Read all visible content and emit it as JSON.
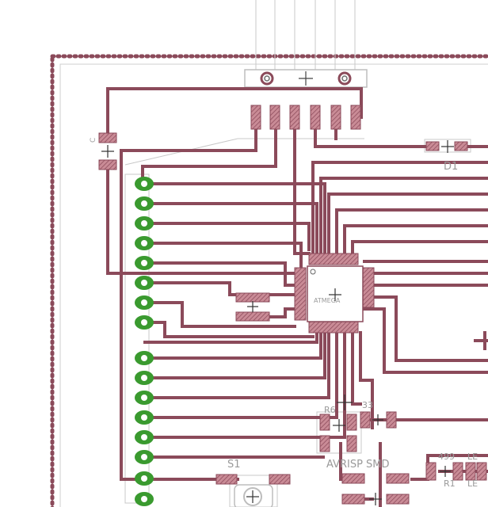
{
  "view": {
    "background": "#ffffff",
    "trace_color": "#8b4a5a",
    "pad_fill": "#c98b96",
    "via_color": "#3a9a2f",
    "outline_color": "#bfbfbf",
    "label_color": "#9a9a9a"
  },
  "labels": {
    "d1": "D1",
    "s1": "S1",
    "r1": "R1",
    "r_val": "499",
    "r_top": "R6",
    "r33": "33",
    "led1": "LE",
    "led2": "LE",
    "ic": "ATMEGA",
    "c_left": "C",
    "avrisp": "AVRISP SMD"
  },
  "icons": {
    "origin_cross": "plus-crosshair",
    "mount_hole": "mounting-hole",
    "button": "tactile-switch"
  }
}
